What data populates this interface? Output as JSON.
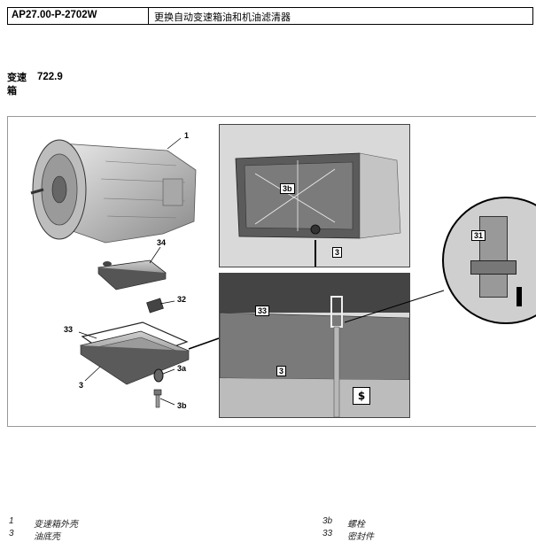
{
  "header": {
    "code": "AP27.00-P-2702W",
    "title": "更换自动变速箱油和机油滤清器"
  },
  "subtitle": {
    "label_line1": "变速",
    "label_line2": "箱",
    "value": "722.9"
  },
  "figure": {
    "callouts": {
      "c1": "1",
      "c34": "34",
      "c32": "32",
      "c33": "33",
      "c3": "3",
      "c3a": "3a",
      "c3b": "3b",
      "p1_3b": "3b",
      "p1_3": "3",
      "p2_33": "33",
      "p2_3": "3",
      "p3_31": "31"
    }
  },
  "legend": [
    {
      "num": "1",
      "text": "变速箱外壳"
    },
    {
      "num": "3",
      "text": "油底壳"
    },
    {
      "num": "3b",
      "text": "螺栓"
    },
    {
      "num": "33",
      "text": "密封件"
    }
  ]
}
